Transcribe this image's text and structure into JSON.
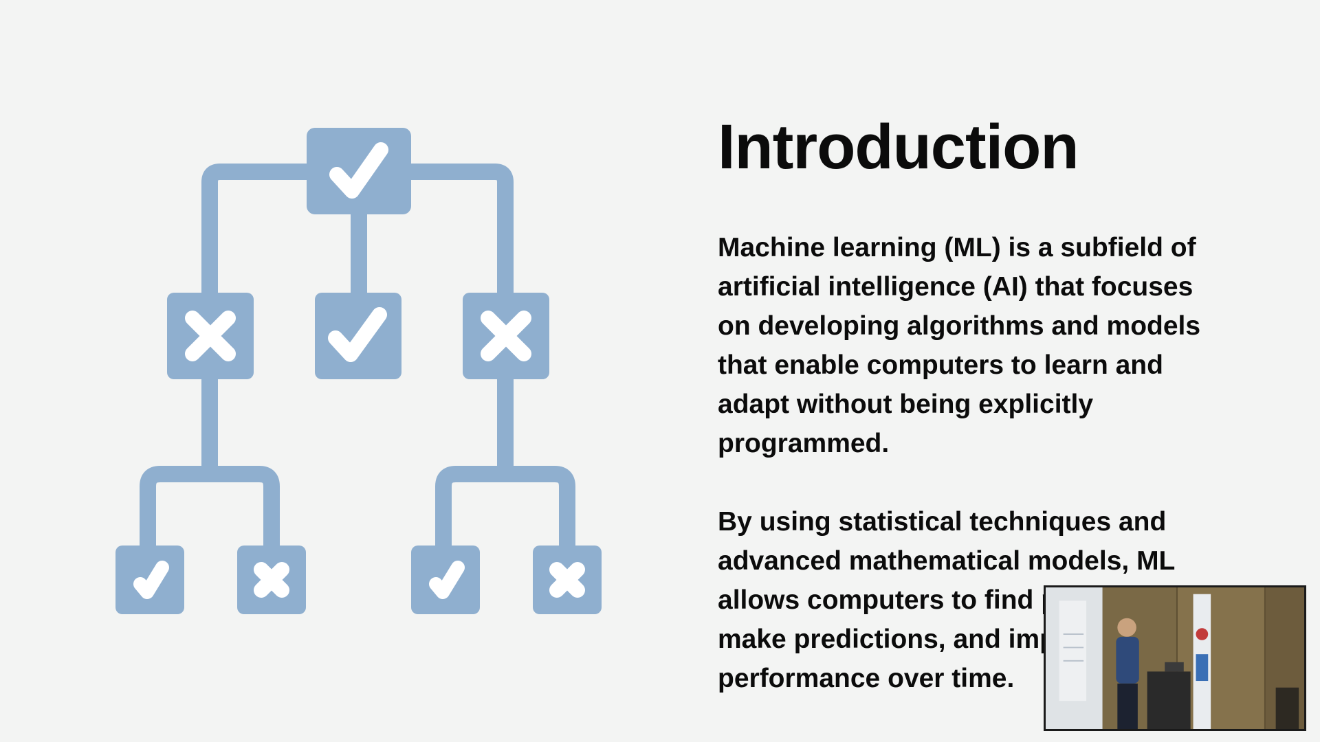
{
  "slide": {
    "title": "Introduction",
    "paragraphs": [
      "Machine learning (ML) is a subfield of artificial intelligence (AI) that focuses on developing algorithms and models that enable computers to learn and adapt without being explicitly programmed.",
      "By using statistical techniques and advanced mathematical models, ML allows computers to find patterns, make predictions, and improve performance over time."
    ]
  },
  "diagram": {
    "icon_color": "#8fafcf",
    "mark_color": "#ffffff",
    "nodes": [
      {
        "id": "root",
        "mark": "check-icon"
      },
      {
        "id": "level2-left",
        "mark": "cross-icon"
      },
      {
        "id": "level2-middle",
        "mark": "check-icon"
      },
      {
        "id": "level2-right",
        "mark": "cross-icon"
      },
      {
        "id": "leaf-1",
        "mark": "check-icon"
      },
      {
        "id": "leaf-2",
        "mark": "cross-icon"
      },
      {
        "id": "leaf-3",
        "mark": "check-icon"
      },
      {
        "id": "leaf-4",
        "mark": "cross-icon"
      }
    ]
  },
  "video_overlay": {
    "description_icon": "speaker-video-feed"
  },
  "colors": {
    "background": "#f3f4f3",
    "text": "#0b0b0b",
    "accent": "#8fafcf"
  }
}
